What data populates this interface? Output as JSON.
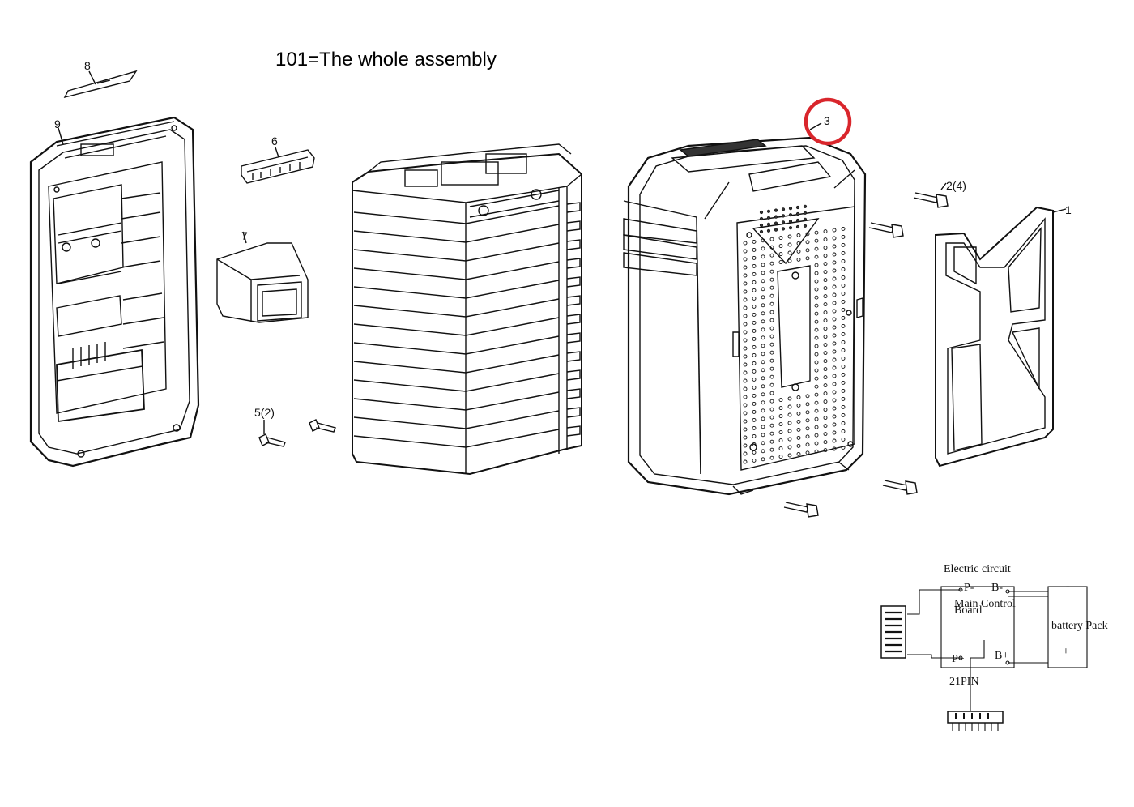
{
  "title": "101=The whole assembly",
  "callouts": {
    "part_8": "8",
    "part_9": "9",
    "part_6": "6",
    "part_7": "7",
    "part_5": "5(2)",
    "part_3": "3",
    "part_2": "2(4)",
    "part_1": "1"
  },
  "circuit": {
    "heading": "Electric circuit",
    "p_minus": "P-",
    "b_minus": "B-",
    "board_label_1": "Main Control",
    "board_label_2": "Board",
    "p_plus": "P+",
    "b_plus": "B+",
    "pin_label": "21PIN",
    "pack_label": "battery Pack",
    "pack_minus": "-",
    "pack_plus": "+"
  },
  "highlight_color": "#d9262c"
}
